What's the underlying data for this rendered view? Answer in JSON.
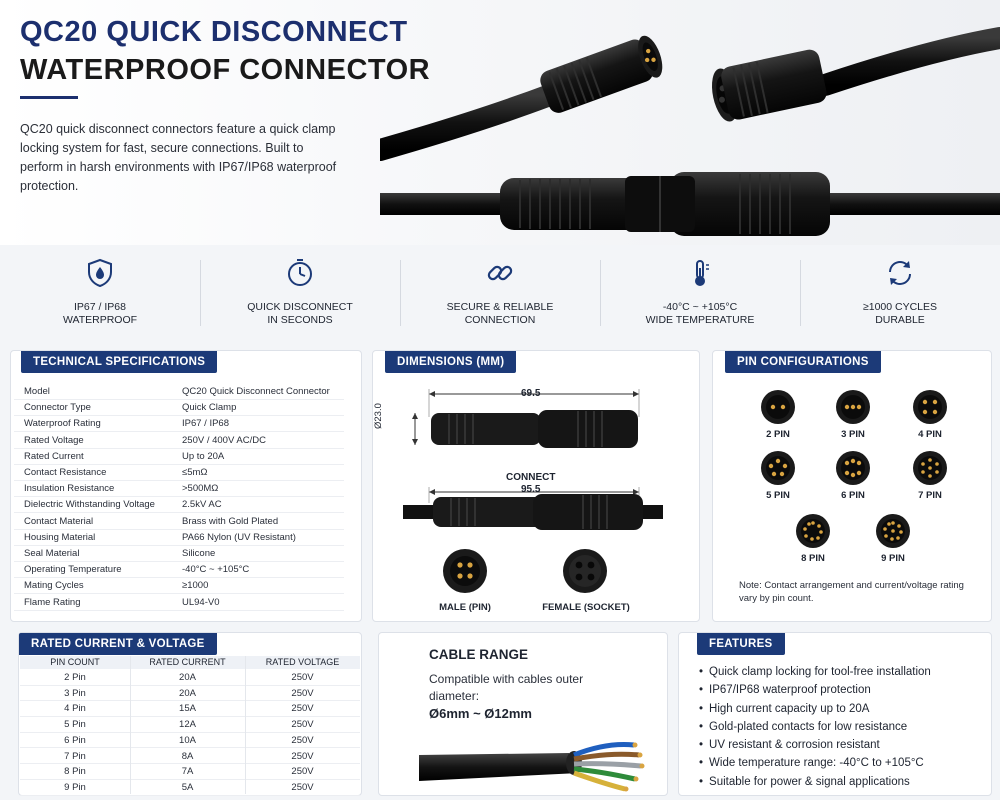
{
  "hero": {
    "title_line1": "QC20 QUICK DISCONNECT",
    "title_line2": "WATERPROOF CONNECTOR",
    "intro": "QC20 quick disconnect connectors feature a quick clamp locking system for fast, secure connections. Built to perform in harsh environments with IP67/IP68 waterproof protection."
  },
  "strip": [
    {
      "icon": "shield-drop-icon",
      "line1": "IP67 / IP68",
      "line2": "WATERPROOF"
    },
    {
      "icon": "timer-icon",
      "line1": "QUICK DISCONNECT",
      "line2": "IN SECONDS"
    },
    {
      "icon": "link-icon",
      "line1": "SECURE & RELIABLE",
      "line2": "CONNECTION"
    },
    {
      "icon": "thermometer-icon",
      "line1": "-40°C ~ +105°C",
      "line2": "WIDE TEMPERATURE"
    },
    {
      "icon": "cycle-icon",
      "line1": "≥1000 CYCLES",
      "line2": "DURABLE"
    }
  ],
  "specs": {
    "title": "TECHNICAL SPECIFICATIONS",
    "rows": [
      {
        "k": "Model",
        "v": "QC20 Quick Disconnect Connector"
      },
      {
        "k": "Connector Type",
        "v": "Quick Clamp"
      },
      {
        "k": "Waterproof Rating",
        "v": "IP67 / IP68"
      },
      {
        "k": "Rated Voltage",
        "v": "250V / 400V AC/DC"
      },
      {
        "k": "Rated Current",
        "v": "Up to 20A"
      },
      {
        "k": "Contact Resistance",
        "v": "≤5mΩ"
      },
      {
        "k": "Insulation Resistance",
        "v": ">500MΩ"
      },
      {
        "k": "Dielectric Withstanding Voltage",
        "v": "2.5kV AC"
      },
      {
        "k": "Contact Material",
        "v": "Brass with Gold Plated"
      },
      {
        "k": "Housing Material",
        "v": "PA66 Nylon (UV Resistant)"
      },
      {
        "k": "Seal Material",
        "v": "Silicone"
      },
      {
        "k": "Operating Temperature",
        "v": "-40°C ~ +105°C"
      },
      {
        "k": "Mating Cycles",
        "v": "≥1000"
      },
      {
        "k": "Flame Rating",
        "v": "UL94-V0"
      }
    ]
  },
  "dimensions": {
    "title": "DIMENSIONS (MM)",
    "length": "69.5",
    "diameter": "Ø23.0",
    "connect_label": "CONNECT",
    "connect_length": "95.5",
    "male_label": "MALE (PIN)",
    "female_label": "FEMALE (SOCKET)"
  },
  "pins": {
    "title": "PIN CONFIGURATIONS",
    "items": [
      {
        "label": "2 PIN",
        "count": 2
      },
      {
        "label": "3 PIN",
        "count": 3
      },
      {
        "label": "4 PIN",
        "count": 4
      },
      {
        "label": "5 PIN",
        "count": 5
      },
      {
        "label": "6 PIN",
        "count": 6
      },
      {
        "label": "7 PIN",
        "count": 7
      },
      {
        "label": "8 PIN",
        "count": 8
      },
      {
        "label": "9 PIN",
        "count": 9
      }
    ],
    "note": "Note: Contact arrangement and current/voltage rating vary by pin count."
  },
  "current": {
    "title": "RATED CURRENT & VOLTAGE",
    "headers": [
      "PIN COUNT",
      "RATED CURRENT",
      "RATED VOLTAGE"
    ],
    "rows": [
      [
        "2 Pin",
        "20A",
        "250V"
      ],
      [
        "3 Pin",
        "20A",
        "250V"
      ],
      [
        "4 Pin",
        "15A",
        "250V"
      ],
      [
        "5 Pin",
        "12A",
        "250V"
      ],
      [
        "6 Pin",
        "10A",
        "250V"
      ],
      [
        "7 Pin",
        "8A",
        "250V"
      ],
      [
        "8 Pin",
        "7A",
        "250V"
      ],
      [
        "9 Pin",
        "5A",
        "250V"
      ]
    ]
  },
  "cable": {
    "title": "CABLE RANGE",
    "text": "Compatible with cables outer diameter:",
    "range": "Ø6mm ~ Ø12mm"
  },
  "features": {
    "title": "FEATURES",
    "items": [
      "Quick clamp locking for tool-free installation",
      "IP67/IP68 waterproof protection",
      "High current capacity up to 20A",
      "Gold-plated contacts for low resistance",
      "UV resistant & corrosion resistant",
      "Wide temperature range: -40°C to +105°C",
      "Suitable for power & signal applications"
    ]
  },
  "colors": {
    "navy": "#1c3a78",
    "title_navy": "#1c2f6e",
    "gold": "#d9a441",
    "connector_black": "#141414"
  }
}
